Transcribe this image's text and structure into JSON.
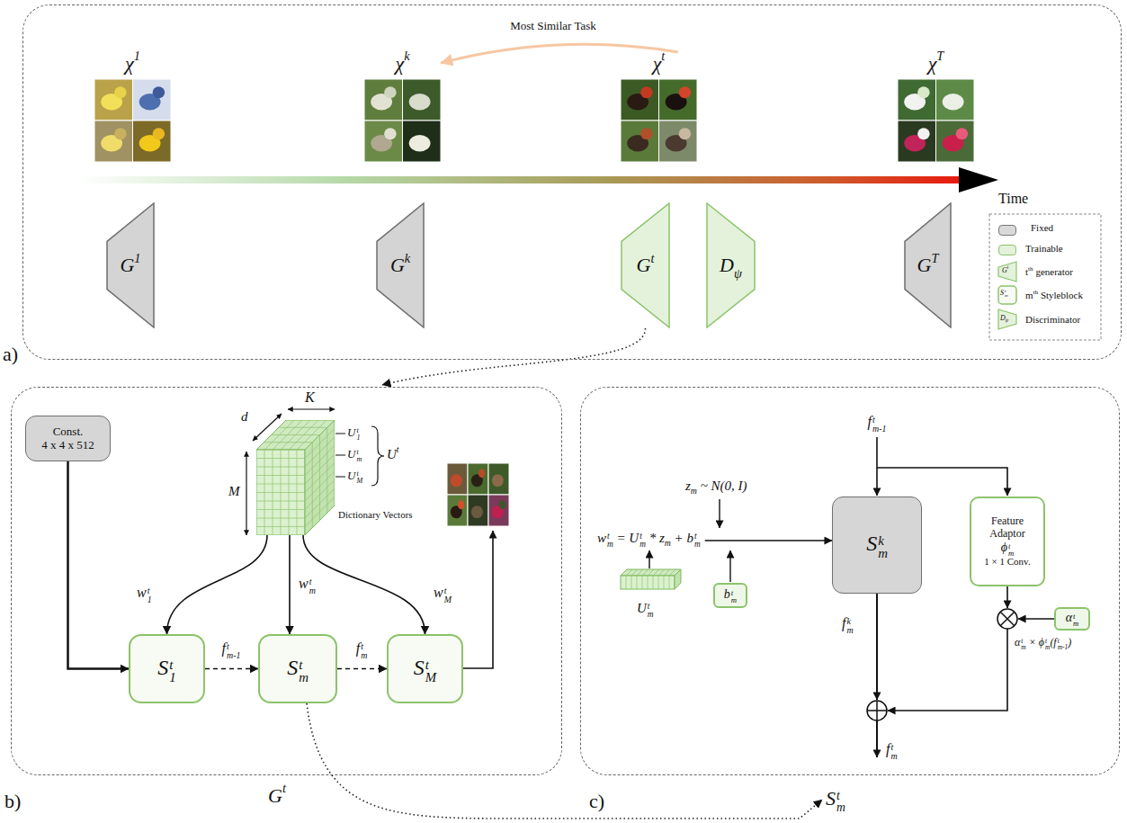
{
  "diagram": {
    "nodes": [
      {
        "text": [
          "a)"
        ]
      },
      {
        "text": [
          "χ1"
        ],
        "in": 0
      },
      {
        "text": [
          "χk"
        ],
        "in": 0
      },
      {
        "text": [
          "χt"
        ],
        "in": 0
      },
      {
        "text": [
          "χT"
        ],
        "in": 0
      },
      {
        "text": [
          "G1"
        ],
        "in": 0
      },
      {
        "text": [
          "Gk"
        ],
        "in": 0
      },
      {
        "text": [
          "Gt"
        ],
        "in": 0
      },
      {
        "text": [
          "Dψ"
        ],
        "in": 0
      },
      {
        "text": [
          "GT"
        ],
        "in": 0
      },
      {
        "text": [
          "b)",
          "Gt"
        ]
      },
      {
        "text": [
          "Const.",
          "4 x 4 x 512"
        ],
        "in": 10
      },
      {
        "text": [
          "Dictionary Vectors"
        ],
        "in": 10
      },
      {
        "text": [
          "St1"
        ],
        "in": 10
      },
      {
        "text": [
          "Stm"
        ],
        "in": 10
      },
      {
        "text": [
          "StM"
        ],
        "in": 10
      },
      {
        "text": [
          "c)",
          "Stm"
        ]
      },
      {
        "text": [
          "Skm"
        ],
        "in": 16
      },
      {
        "text": [
          "Feature Adaptor",
          "ϕtm",
          "1 × 1 Conv."
        ],
        "in": 16
      },
      {
        "text": [
          "btm"
        ],
        "in": 16
      },
      {
        "text": [
          "αtm"
        ],
        "in": 16
      }
    ],
    "edges": [
      {
        "from": 3,
        "to": 2,
        "label": "Most Similar Task",
        "arrow": "to"
      },
      {
        "from": 7,
        "to": 10,
        "arrow": "to"
      },
      {
        "from": 11,
        "to": 13,
        "arrow": "to"
      },
      {
        "from": 12,
        "to": 13,
        "label": "wt1",
        "arrow": "to"
      },
      {
        "from": 12,
        "to": 14,
        "label": "wtm",
        "arrow": "to"
      },
      {
        "from": 12,
        "to": 15,
        "label": "wtM",
        "arrow": "to"
      },
      {
        "from": 13,
        "to": 14,
        "label": "ftm-1",
        "arrow": "to"
      },
      {
        "from": 14,
        "to": 15,
        "label": "ftm",
        "arrow": "to"
      },
      {
        "from": 14,
        "to": 16,
        "arrow": "to"
      }
    ],
    "labels": [
      "Time",
      "Gt",
      "Stm",
      "Dψ",
      "K",
      "d",
      "M",
      "Ut1",
      "Utm",
      "UtM",
      "Ut",
      "ftm-1",
      "zm ~ N(0, I)",
      "wtm = Utm * zm + btm",
      "Utm",
      "fkm",
      "αtm × ϕtm(ftm-1)",
      "ftm"
    ],
    "legend": [
      {
        "text": "Fixed",
        "color": "#d9d9d9"
      },
      {
        "text": "Trainable",
        "color": "#e4f2dc"
      },
      {
        "text": "tth generator"
      },
      {
        "text": "mth Styleblock"
      },
      {
        "text": "Discriminator"
      }
    ]
  }
}
